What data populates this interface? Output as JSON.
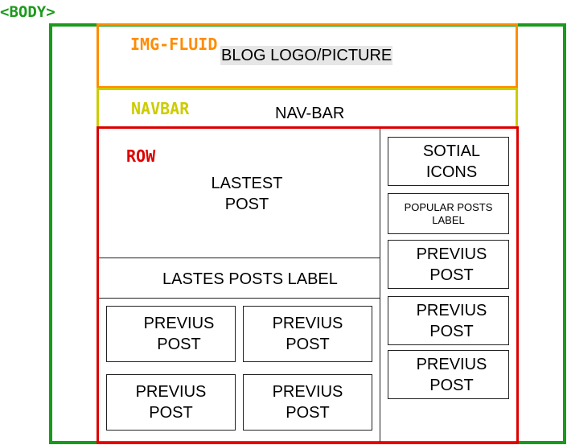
{
  "colors": {
    "body": "#1a9a1a",
    "img_fluid": "#ff8c00",
    "navbar": "#cccc00",
    "row": "#dd0000",
    "logo_highlight": "#e6e6e6"
  },
  "labels": {
    "body": "<BODY>",
    "img_fluid": "IMG-FLUID",
    "navbar": "NAVBAR",
    "row": "ROW"
  },
  "header": {
    "logo_text": "BLOG LOGO/PICTURE",
    "nav_text": "NAV-BAR"
  },
  "main": {
    "latest_post": "LASTEST\nPOST",
    "latest_posts_label": "LASTES POSTS LABEL",
    "grid_posts": [
      "PREVIUS\nPOST",
      "PREVIUS\nPOST",
      "PREVIUS\nPOST",
      "PREVIUS\nPOST"
    ]
  },
  "sidebar": {
    "social_icons": "SOTIAL\nICONS",
    "popular_posts_label": "POPULAR POSTS\nLABEL",
    "posts": [
      "PREVIUS\nPOST",
      "PREVIUS\nPOST",
      "PREVIUS\nPOST"
    ]
  }
}
